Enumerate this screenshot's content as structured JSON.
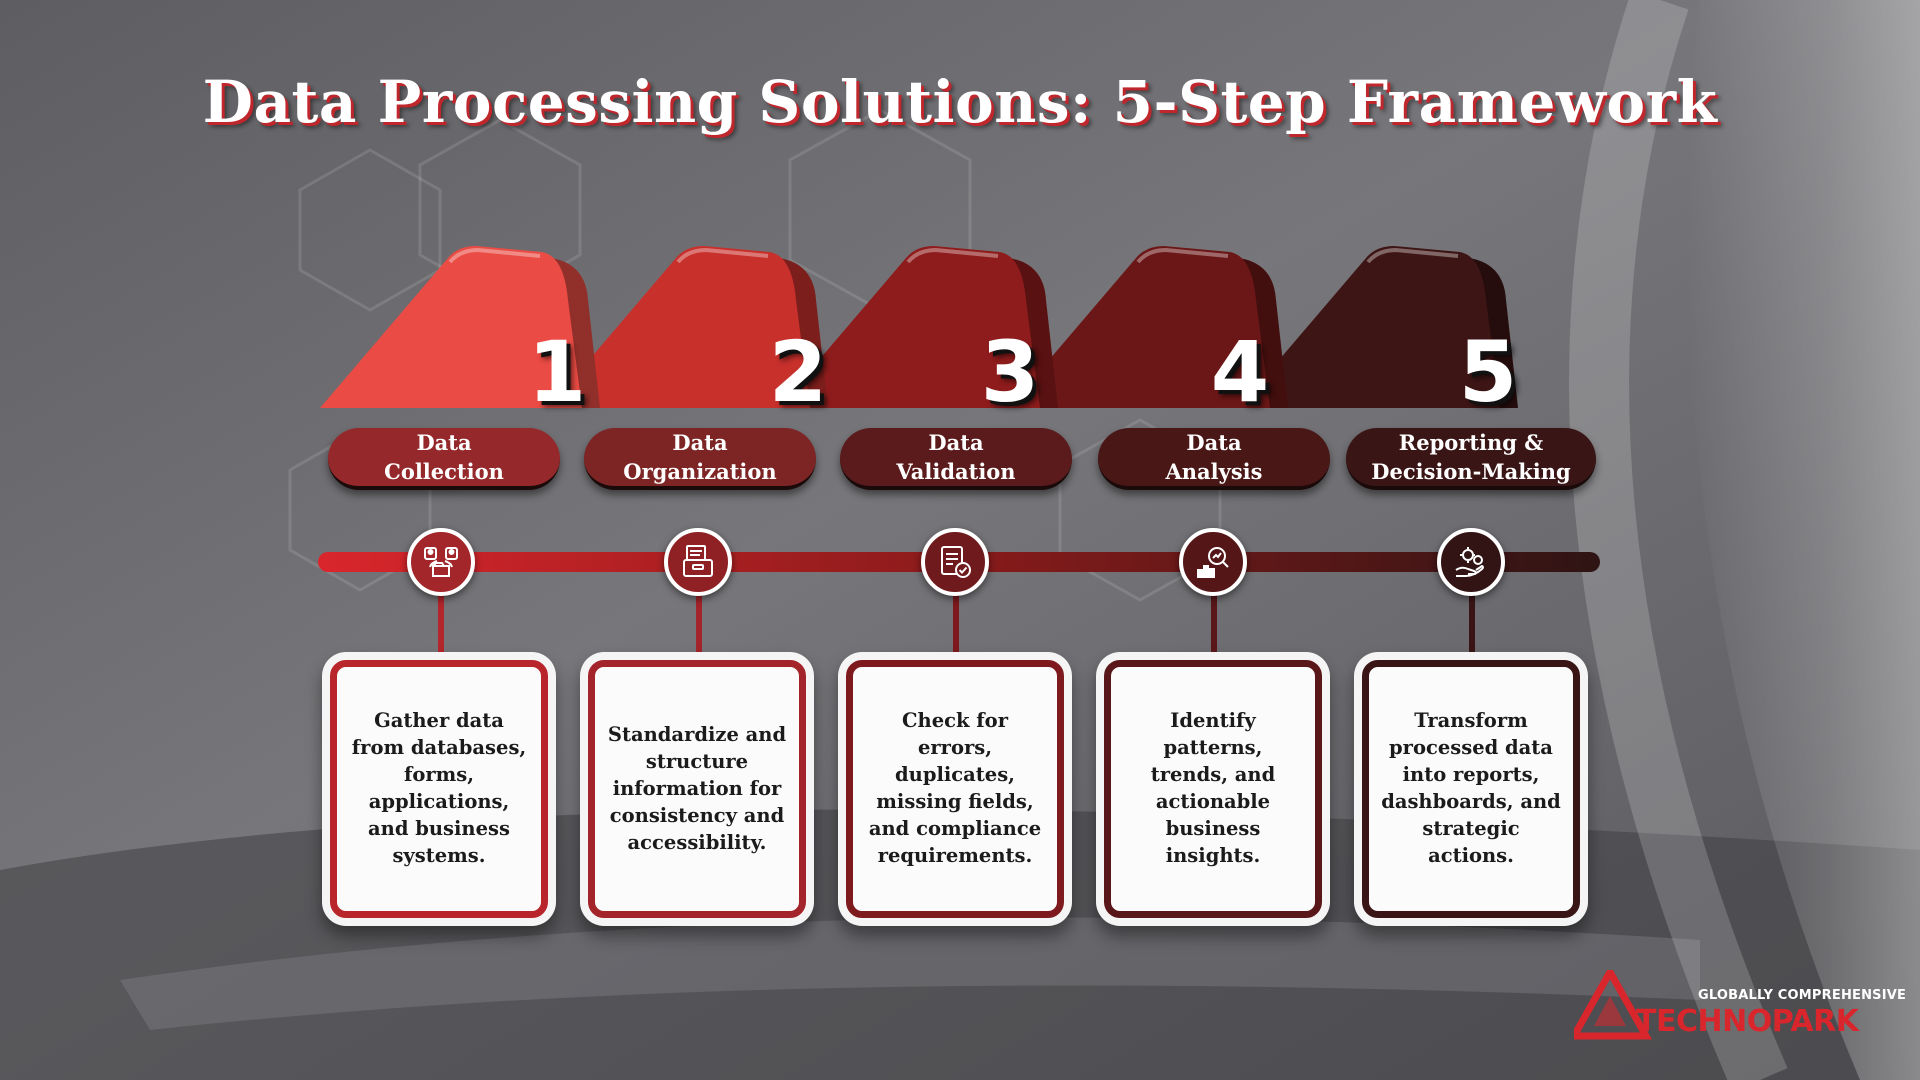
{
  "title": "Data Processing Solutions: 5-Step Framework",
  "colors": {
    "step1": "#ea4b44",
    "step2": "#c8302c",
    "step3": "#8f1c1c",
    "step4": "#6c1717",
    "step5": "#3e1515",
    "accent": "#d9262c",
    "card_bg": "#fbfbfb",
    "white": "#ffffff"
  },
  "steps": [
    {
      "number": "1",
      "label": "Data\nCollection",
      "icon": "user-exchange-folder-icon",
      "description": "Gather data from databases, forms, applications, and business systems."
    },
    {
      "number": "2",
      "label": "Data\nOrganization",
      "icon": "document-archive-box-icon",
      "description": "Standardize and structure information for consistency and accessibility."
    },
    {
      "number": "3",
      "label": "Data\nValidation",
      "icon": "checklist-document-check-icon",
      "description": "Check for errors, duplicates, missing fields, and compliance requirements."
    },
    {
      "number": "4",
      "label": "Data\nAnalysis",
      "icon": "magnifier-bar-chart-icon",
      "description": "Identify patterns, trends, and actionable business insights."
    },
    {
      "number": "5",
      "label": "Reporting &\nDecision-Making",
      "icon": "hand-gears-icon",
      "description": "Transform processed data into reports, dashboards, and strategic actions."
    }
  ],
  "logo": {
    "tagline": "GLOBALLY COMPREHENSIVE",
    "name": "TECHNOPARK"
  }
}
